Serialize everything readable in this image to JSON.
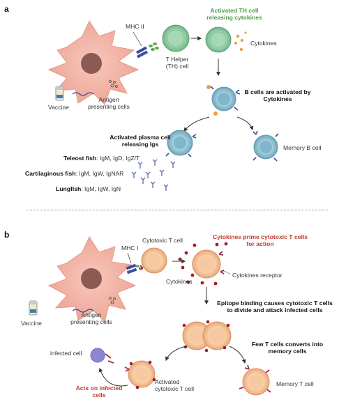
{
  "panel_a": {
    "label": "a",
    "mhc": "MHC II",
    "t_helper": "T Helper",
    "t_helper2": "(TH) cell",
    "activated_title1": "Activated TH cell",
    "activated_title2": "releasing cytokines",
    "cytokines": "Cytokines",
    "vaccine": "Vaccine",
    "apc1": "Antigen",
    "apc2": "presenting cells",
    "bcells1": "B cells are activated by",
    "bcells2": "Cytokines",
    "plasma1": "Activated plasma cell",
    "plasma2": "releasing Igs",
    "memory_b": "Memory B cell",
    "teleost_label": "Teleost fish",
    "teleost_text": ": IgM, IgD, IgZ/T",
    "cartilaginous_label": "Cartilaginous fish",
    "cartilaginous_text": ": IgM, IgW, IgNAR",
    "lungfish_label": "Lungfish",
    "lungfish_text": ": IgM, IgW, IgN"
  },
  "panel_b": {
    "label": "b",
    "mhc": "MHC I",
    "cytotoxic": "Cytotoxic T cell",
    "prime1": "Cytokines prime cytotoxic T cells",
    "prime2": "for action",
    "receptor": "Cytokines receptor",
    "cytokines": "Cytokines",
    "vaccine": "Vaccine",
    "apc1": "Antigen",
    "apc2": "presenting cells",
    "epitope1": "Epitope binding causes cytotoxic T cells",
    "epitope2": "to divide and attack infected cells",
    "few1": "Few T cells converts into",
    "few2": "memory cells",
    "infected": "infected cell",
    "acts1": "Acts on infected",
    "acts2": "cells",
    "activated1": "Activated",
    "activated2": "cytotoxic T cell",
    "memory_t": "Memory T cell"
  },
  "colors": {
    "apc_body": "#f2b5a8",
    "apc_nucleus": "#8c5a52",
    "t_helper": "#8cc9a0",
    "b_cell": "#7fb6cc",
    "t_cyto": "#f6c9a0",
    "cytokine_red": "#a31f2a",
    "antibody_blue": "#3a4d9a",
    "infected_purple": "#8c86d4"
  }
}
